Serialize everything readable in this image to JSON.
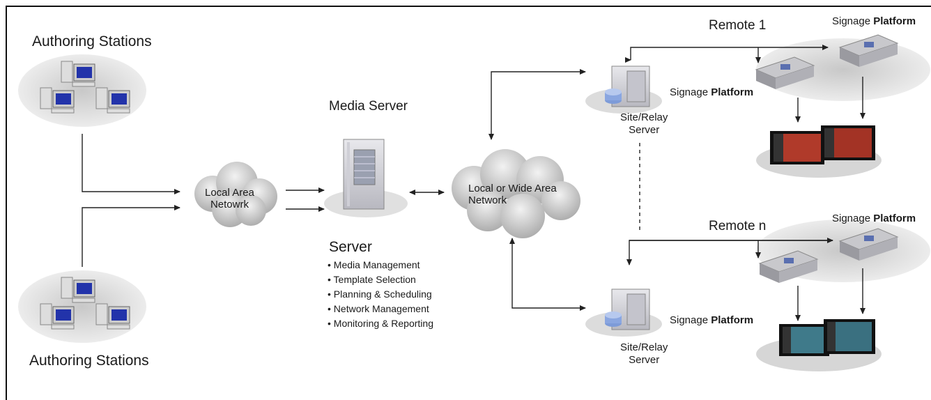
{
  "labels": {
    "authoring_top": "Authoring Stations",
    "authoring_bottom": "Authoring Stations",
    "lan": "Local Area\nNetowrk",
    "media_server_title": "Media Server",
    "wan": "Local or Wide Area\nNetwork",
    "remote_1": "Remote 1",
    "remote_n": "Remote n",
    "site_relay_1": "Site/Relay\nServer",
    "site_relay_n": "Site/Relay\nServer"
  },
  "signage": {
    "word1": "Signage",
    "word2": "Platform"
  },
  "server_panel": {
    "title": "Server",
    "features": [
      "Media Management",
      "Template Selection",
      "Planning & Scheduling",
      "Network Management",
      "Monitoring & Reporting"
    ]
  },
  "colors": {
    "cloud": "#bfbfbf",
    "shadow": "#d9d9d9",
    "screen_blue": "#2233aa",
    "arrow": "#222222"
  }
}
